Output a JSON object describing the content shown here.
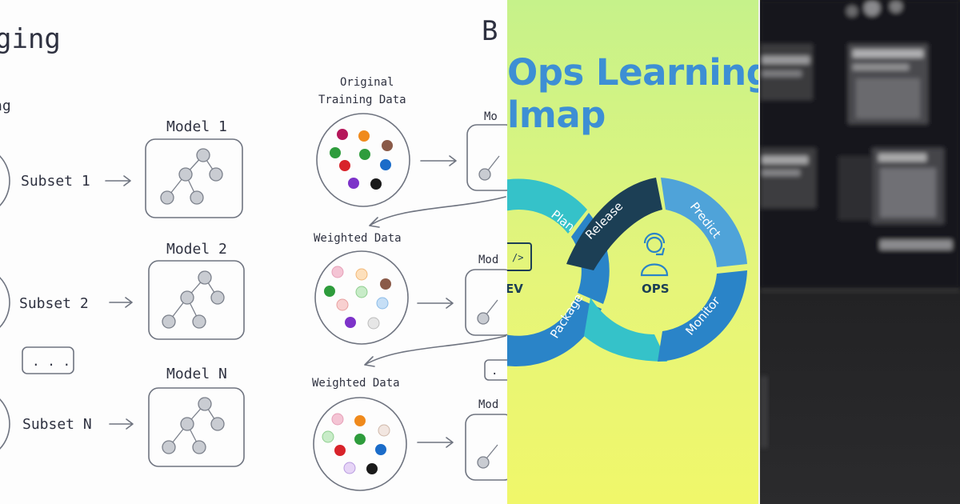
{
  "bagging": {
    "title_fragment": "ging",
    "subtitle_fragment": "ng",
    "subsets": [
      "Subset 1",
      "Subset 2",
      "Subset N"
    ],
    "models": [
      "Model 1",
      "Model 2",
      "Model N"
    ],
    "ellipsis": ". . ."
  },
  "boosting": {
    "title_fragment": "B",
    "original_label_line1": "Original",
    "original_label_line2": "Training Data",
    "weighted_label_1": "Weighted Data",
    "weighted_label_2": "Weighted Data",
    "model_fragments": [
      "Mo",
      "Mod",
      "Mod"
    ],
    "ellipsis_fragment": "."
  },
  "roadmap": {
    "title": "Ops Learning\nlmap",
    "segments": {
      "plan": "Plan",
      "release": "Release",
      "predict": "Predict",
      "monitor": "Monitor",
      "package": "Package"
    },
    "dev_fragment": "EV",
    "ops": "OPS",
    "colors": {
      "teal": "#35c2c9",
      "dark": "#1c3f55",
      "blue": "#2a84c8",
      "light_blue": "#4fa3d9",
      "title": "#3d8fd4"
    }
  },
  "photo": {
    "description_free": true
  }
}
